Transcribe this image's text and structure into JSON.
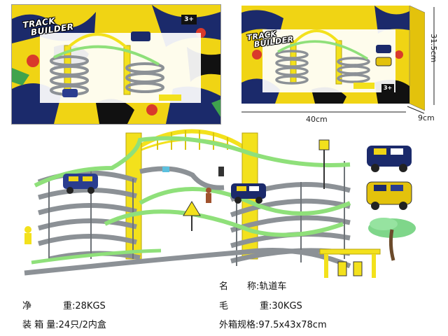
{
  "box_front": {
    "logo_line1": "TRACK",
    "logo_line2": "BUILDER",
    "age_badge": "3+"
  },
  "box_back": {
    "logo_line1": "TRACK",
    "logo_line2": "BUILDER",
    "age_badge": "3+"
  },
  "dimensions": {
    "width": "40cm",
    "height": "31.5cm",
    "depth": "9cm"
  },
  "product_info": {
    "name_label_a": "名",
    "name_label_b": "称:",
    "name_value": "轨道车",
    "net_label_a": "净",
    "net_label_b": "重:",
    "net_value": "28KGS",
    "gross_label_a": "毛",
    "gross_label_b": "重:",
    "gross_value": "30KGS",
    "packing_label": "装 箱 量:",
    "packing_value": "24只/2内盒",
    "carton_label": "外箱规格:",
    "carton_value": "97.5x43x78cm"
  },
  "colors": {
    "track_gray": "#8c9196",
    "track_green": "#8fe07a",
    "tower_yellow": "#f3e11c",
    "graffiti_yellow": "#f0d414"
  }
}
